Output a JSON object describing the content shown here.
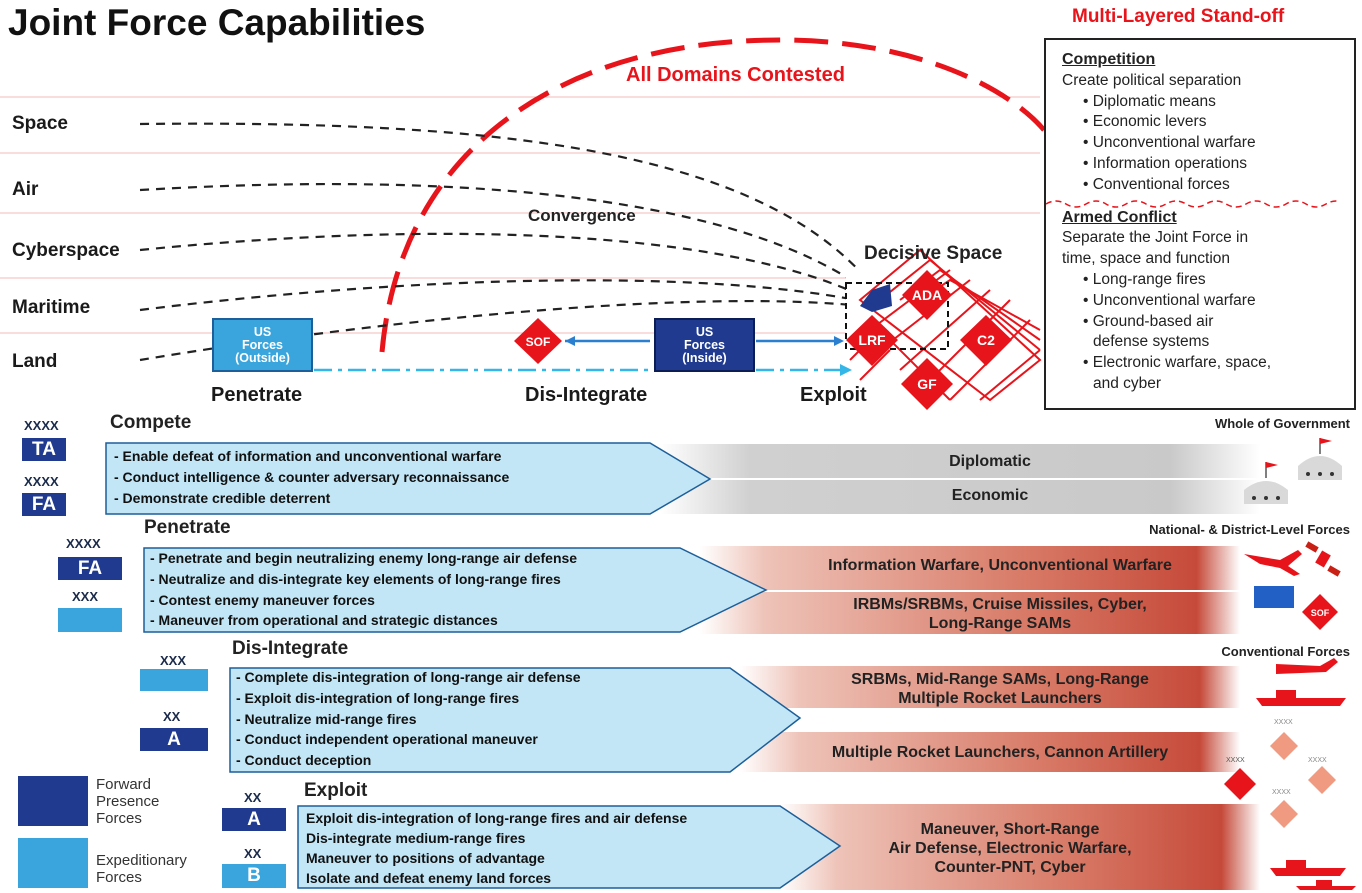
{
  "title": "Joint Force Capabilities",
  "multi_layered": {
    "title": "Multi-Layered Stand-off",
    "competition": {
      "heading": "Competition",
      "intro": "Create political separation",
      "items": [
        "Diplomatic means",
        "Economic levers",
        "Unconventional warfare",
        "Information operations",
        "Conventional forces"
      ]
    },
    "armed_conflict": {
      "heading": "Armed Conflict",
      "intro1": "Separate the Joint Force in",
      "intro2": "time, space and function",
      "items": [
        "Long-range fires",
        "Unconventional warfare",
        "Ground-based air",
        "Electronic warfare, space,"
      ],
      "cont": [
        "defense systems",
        "and cyber"
      ]
    }
  },
  "domains": [
    "Space",
    "Air",
    "Cyberspace",
    "Maritime",
    "Land"
  ],
  "diagram": {
    "contested": "All Domains Contested",
    "convergence": "Convergence",
    "decisive_space": "Decisive Space",
    "us_outside": [
      "US",
      "Forces",
      "(Outside)"
    ],
    "us_inside": [
      "US",
      "Forces",
      "(Inside)"
    ],
    "sof": "SOF",
    "nodes": [
      "ADA",
      "LRF",
      "C2",
      "GF"
    ],
    "phases": [
      "Penetrate",
      "Dis-Integrate",
      "Exploit"
    ]
  },
  "sections": {
    "compete": {
      "title": "Compete",
      "units": [
        {
          "level": "XXXX",
          "label": "TA"
        },
        {
          "level": "XXXX",
          "label": "FA"
        }
      ],
      "tasks": [
        "- Enable defeat of information and unconventional warfare",
        "- Conduct intelligence & counter adversary reconnaissance",
        "- Demonstrate credible deterrent"
      ],
      "bands": [
        "Diplomatic",
        "Economic"
      ],
      "right_caption": "Whole of Government"
    },
    "penetrate": {
      "title": "Penetrate",
      "units": [
        {
          "level": "XXXX",
          "label": "FA"
        },
        {
          "level": "XXX",
          "label": ""
        }
      ],
      "tasks": [
        "- Penetrate and begin neutralizing enemy long-range air defense",
        "- Neutralize and dis-integrate key elements of long-range fires",
        "- Contest enemy maneuver forces",
        "- Maneuver from operational and strategic distances"
      ],
      "bands": [
        "Information Warfare, Unconventional Warfare",
        "IRBMs/SRBMs, Cruise Missiles, Cyber,",
        "Long-Range SAMs"
      ],
      "right_caption": "National- & District-Level Forces",
      "icon_label": "SOF"
    },
    "disintegrate": {
      "title": "Dis-Integrate",
      "units": [
        {
          "level": "XXX",
          "label": ""
        },
        {
          "level": "XX",
          "label": "A"
        }
      ],
      "tasks": [
        "- Complete dis-integration of long-range air defense",
        "- Exploit dis-integration of long-range fires",
        "- Neutralize mid-range fires",
        "- Conduct independent operational maneuver",
        "- Conduct deception"
      ],
      "bands": [
        "SRBMs, Mid-Range SAMs, Long-Range",
        "Multiple Rocket Launchers",
        "Multiple Rocket Launchers, Cannon Artillery"
      ],
      "right_caption": "Conventional Forces",
      "small_labels": [
        "XXXX",
        "XXXX",
        "XXXX",
        "XXXX"
      ]
    },
    "exploit": {
      "title": "Exploit",
      "units": [
        {
          "level": "XX",
          "label": "A"
        },
        {
          "level": "XX",
          "label": "B"
        }
      ],
      "tasks": [
        "Exploit dis-integration of long-range fires and air defense",
        "Dis-integrate medium-range fires",
        "Maneuver to positions of advantage",
        "Isolate and defeat enemy land forces"
      ],
      "bands": [
        "Maneuver, Short-Range",
        "Air Defense, Electronic Warfare,",
        "Counter-PNT, Cyber"
      ]
    }
  },
  "legend": {
    "forward": [
      "Forward",
      "Presence",
      "Forces"
    ],
    "expeditionary": [
      "Expeditionary",
      "Forces"
    ]
  },
  "colors": {
    "navy": "#1f3a8f",
    "light_blue": "#3aa5dc",
    "red": "#e8141b",
    "task_fill": "#c3e6f6"
  }
}
